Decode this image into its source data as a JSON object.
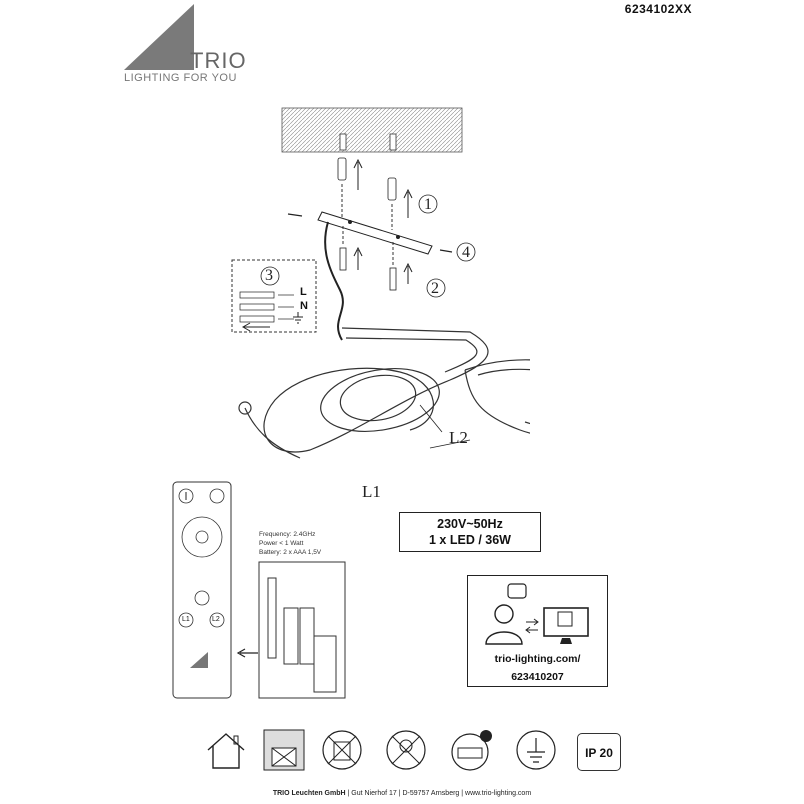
{
  "header": {
    "article_code": "6234102XX"
  },
  "logo": {
    "word": "TRIO",
    "slogan": "LIGHTING FOR YOU"
  },
  "diagram": {
    "steps": [
      "1",
      "2",
      "3",
      "4"
    ],
    "wiring": {
      "live": "L",
      "neutral": "N"
    },
    "circuits": [
      "L1",
      "L2"
    ]
  },
  "specs": {
    "voltage": "230V~50Hz",
    "light": "1 x LED / 36W"
  },
  "remote": {
    "frequency": "Frequency:  2.4GHz",
    "power": "Power < 1 Watt",
    "battery": "Battery: 2 x AAA 1,5V",
    "buttons": [
      "L1",
      "L2"
    ]
  },
  "info": {
    "url": "trio-lighting.com/",
    "code": "623410207"
  },
  "ip_rating": "IP 20",
  "footer": {
    "company": "TRIO Leuchten GmbH",
    "address": " | Gut Nierhof 17 | D-59757 Arnsberg | www.trio-lighting.com"
  }
}
